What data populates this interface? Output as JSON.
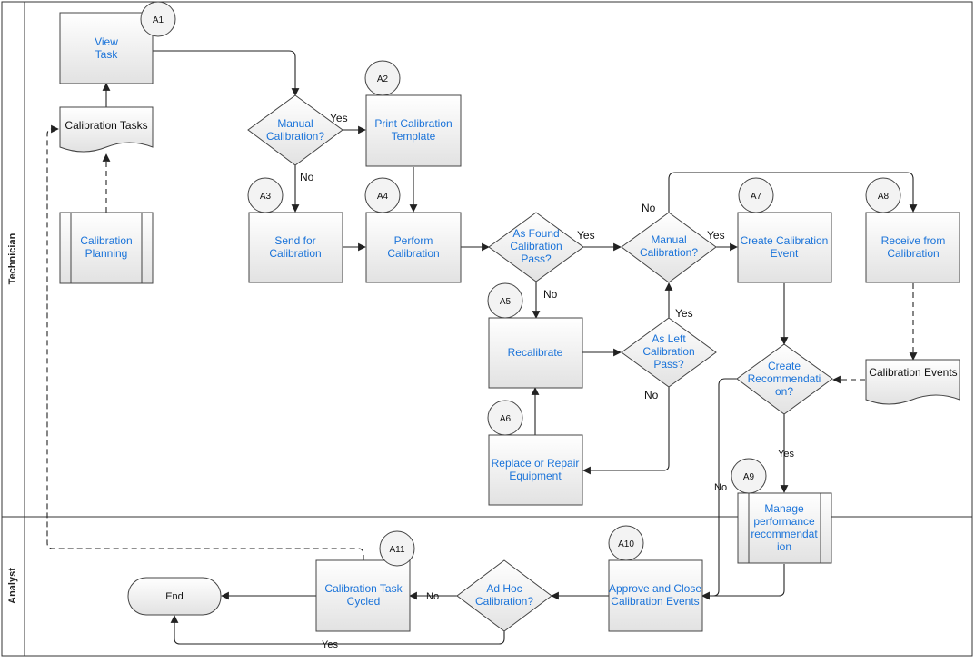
{
  "lanes": [
    {
      "id": "technician",
      "label": "Technician"
    },
    {
      "id": "analyst",
      "label": "Analyst"
    }
  ],
  "steps": {
    "view_task": {
      "badge": "A1",
      "lines": [
        "View",
        "Task"
      ]
    },
    "print_template": {
      "badge": "A2",
      "lines": [
        "Print Calibration",
        "Template"
      ]
    },
    "send_for_calibration": {
      "badge": "A3",
      "lines": [
        "Send for",
        "Calibration"
      ]
    },
    "perform_calibration": {
      "badge": "A4",
      "lines": [
        "Perform",
        "Calibration"
      ]
    },
    "recalibrate": {
      "badge": "A5",
      "lines": [
        "Recalibrate"
      ]
    },
    "replace_repair": {
      "badge": "A6",
      "lines": [
        "Replace or Repair",
        "Equipment"
      ]
    },
    "create_event": {
      "badge": "A7",
      "lines": [
        "Create Calibration",
        "Event"
      ]
    },
    "receive_from": {
      "badge": "A8",
      "lines": [
        "Receive from",
        "Calibration"
      ]
    },
    "manage_recommendation": {
      "badge": "A9",
      "lines": [
        "Manage",
        "performance",
        "recommendat",
        "ion"
      ]
    },
    "approve_close": {
      "badge": "A10",
      "lines": [
        "Approve and Close",
        "Calibration Events"
      ]
    },
    "task_cycled": {
      "badge": "A11",
      "lines": [
        "Calibration Task",
        "Cycled"
      ]
    }
  },
  "subprocess": {
    "calibration_planning": {
      "lines": [
        "Calibration",
        "Planning"
      ]
    }
  },
  "decisions": {
    "manual_1": {
      "lines": [
        "Manual",
        "Calibration?"
      ]
    },
    "as_found": {
      "lines": [
        "As Found",
        "Calibration",
        "Pass?"
      ]
    },
    "manual_2": {
      "lines": [
        "Manual",
        "Calibration?"
      ]
    },
    "as_left": {
      "lines": [
        "As Left",
        "Calibration",
        "Pass?"
      ]
    },
    "create_rec": {
      "lines": [
        "Create",
        "Recommendati",
        "on?"
      ]
    },
    "ad_hoc": {
      "lines": [
        "Ad Hoc",
        "Calibration?"
      ]
    }
  },
  "documents": {
    "calibration_tasks": {
      "label": "Calibration Tasks"
    },
    "calibration_events": {
      "label": "Calibration Events"
    }
  },
  "terminal": {
    "end": {
      "label": "End"
    }
  },
  "edge_labels": {
    "manual1_yes": "Yes",
    "manual1_no": "No",
    "asfound_yes": "Yes",
    "asfound_no": "No",
    "manual2_yes": "Yes",
    "manual2_no": "No",
    "asleft_yes": "Yes",
    "asleft_no": "No",
    "createrec_yes": "Yes",
    "createrec_no": "No",
    "adhoc_no": "No",
    "adhoc_yes": "Yes"
  },
  "colors": {
    "link_text": "#1a73d9",
    "shape_fill_top": "#ffffff",
    "shape_fill_bottom": "#e4e4e4",
    "stroke": "#444444"
  }
}
